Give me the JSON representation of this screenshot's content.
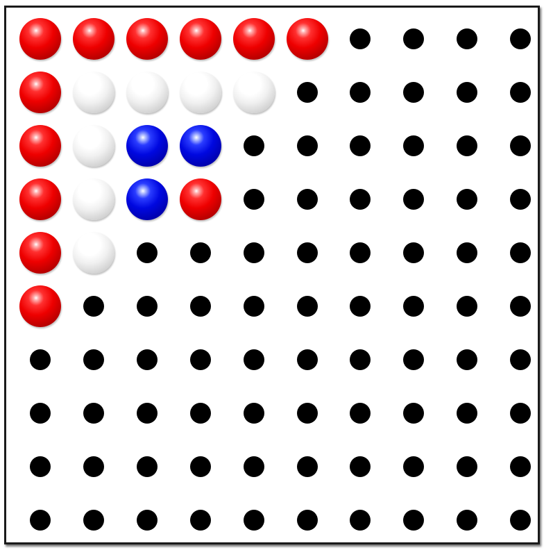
{
  "board": {
    "rows": 10,
    "cols": 10,
    "cells": [
      [
        "red",
        "red",
        "red",
        "red",
        "red",
        "red",
        "empty",
        "empty",
        "empty",
        "empty"
      ],
      [
        "red",
        "white",
        "white",
        "white",
        "white",
        "empty",
        "empty",
        "empty",
        "empty",
        "empty"
      ],
      [
        "red",
        "white",
        "blue",
        "blue",
        "empty",
        "empty",
        "empty",
        "empty",
        "empty",
        "empty"
      ],
      [
        "red",
        "white",
        "blue",
        "red",
        "empty",
        "empty",
        "empty",
        "empty",
        "empty",
        "empty"
      ],
      [
        "red",
        "white",
        "empty",
        "empty",
        "empty",
        "empty",
        "empty",
        "empty",
        "empty",
        "empty"
      ],
      [
        "red",
        "empty",
        "empty",
        "empty",
        "empty",
        "empty",
        "empty",
        "empty",
        "empty",
        "empty"
      ],
      [
        "empty",
        "empty",
        "empty",
        "empty",
        "empty",
        "empty",
        "empty",
        "empty",
        "empty",
        "empty"
      ],
      [
        "empty",
        "empty",
        "empty",
        "empty",
        "empty",
        "empty",
        "empty",
        "empty",
        "empty",
        "empty"
      ],
      [
        "empty",
        "empty",
        "empty",
        "empty",
        "empty",
        "empty",
        "empty",
        "empty",
        "empty",
        "empty"
      ],
      [
        "empty",
        "empty",
        "empty",
        "empty",
        "empty",
        "empty",
        "empty",
        "empty",
        "empty",
        "empty"
      ]
    ]
  },
  "colors": {
    "red": "#ee0000",
    "white": "#f0f0f0",
    "blue": "#0008e0",
    "empty_peg": "#000000",
    "frame": "#1a1a1a"
  }
}
